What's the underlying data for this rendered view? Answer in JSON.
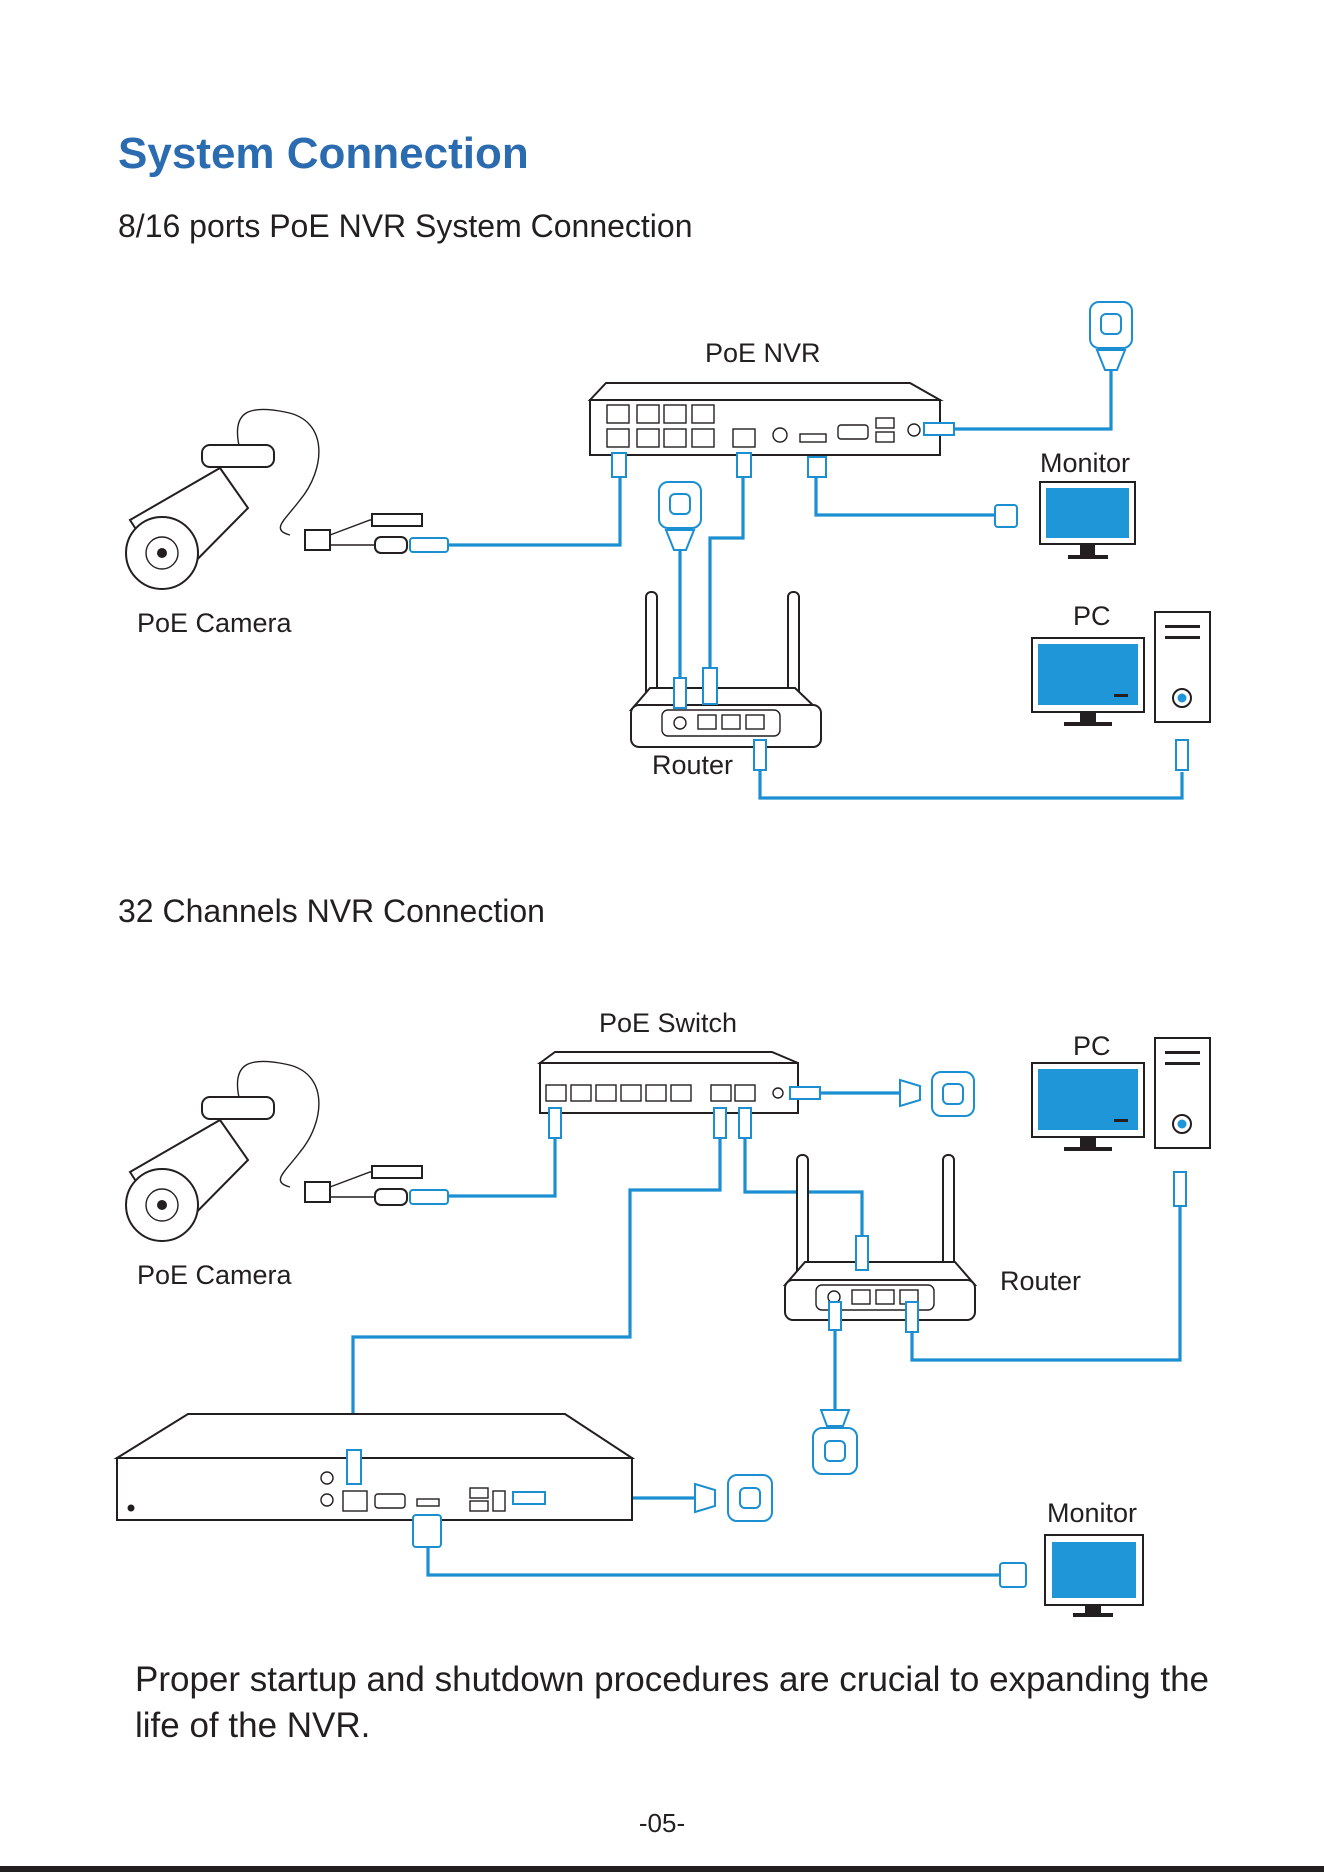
{
  "page": {
    "title": "System Connection",
    "page_number": "-05-",
    "note": "Proper startup and shutdown procedures are crucial to expanding the life of the NVR."
  },
  "section1": {
    "heading": "8/16 ports PoE NVR System Connection",
    "labels": {
      "nvr": "PoE NVR",
      "monitor": "Monitor",
      "camera": "PoE Camera",
      "pc": "PC",
      "router": "Router"
    }
  },
  "section2": {
    "heading": "32 Channels NVR Connection",
    "labels": {
      "switch": "PoE Switch",
      "pc": "PC",
      "camera": "PoE Camera",
      "router": "Router",
      "monitor": "Monitor"
    }
  },
  "colors": {
    "title": "#2b6cb0",
    "wire": "#1b8fd2",
    "screen": "#1e96d8",
    "text": "#231f20"
  }
}
